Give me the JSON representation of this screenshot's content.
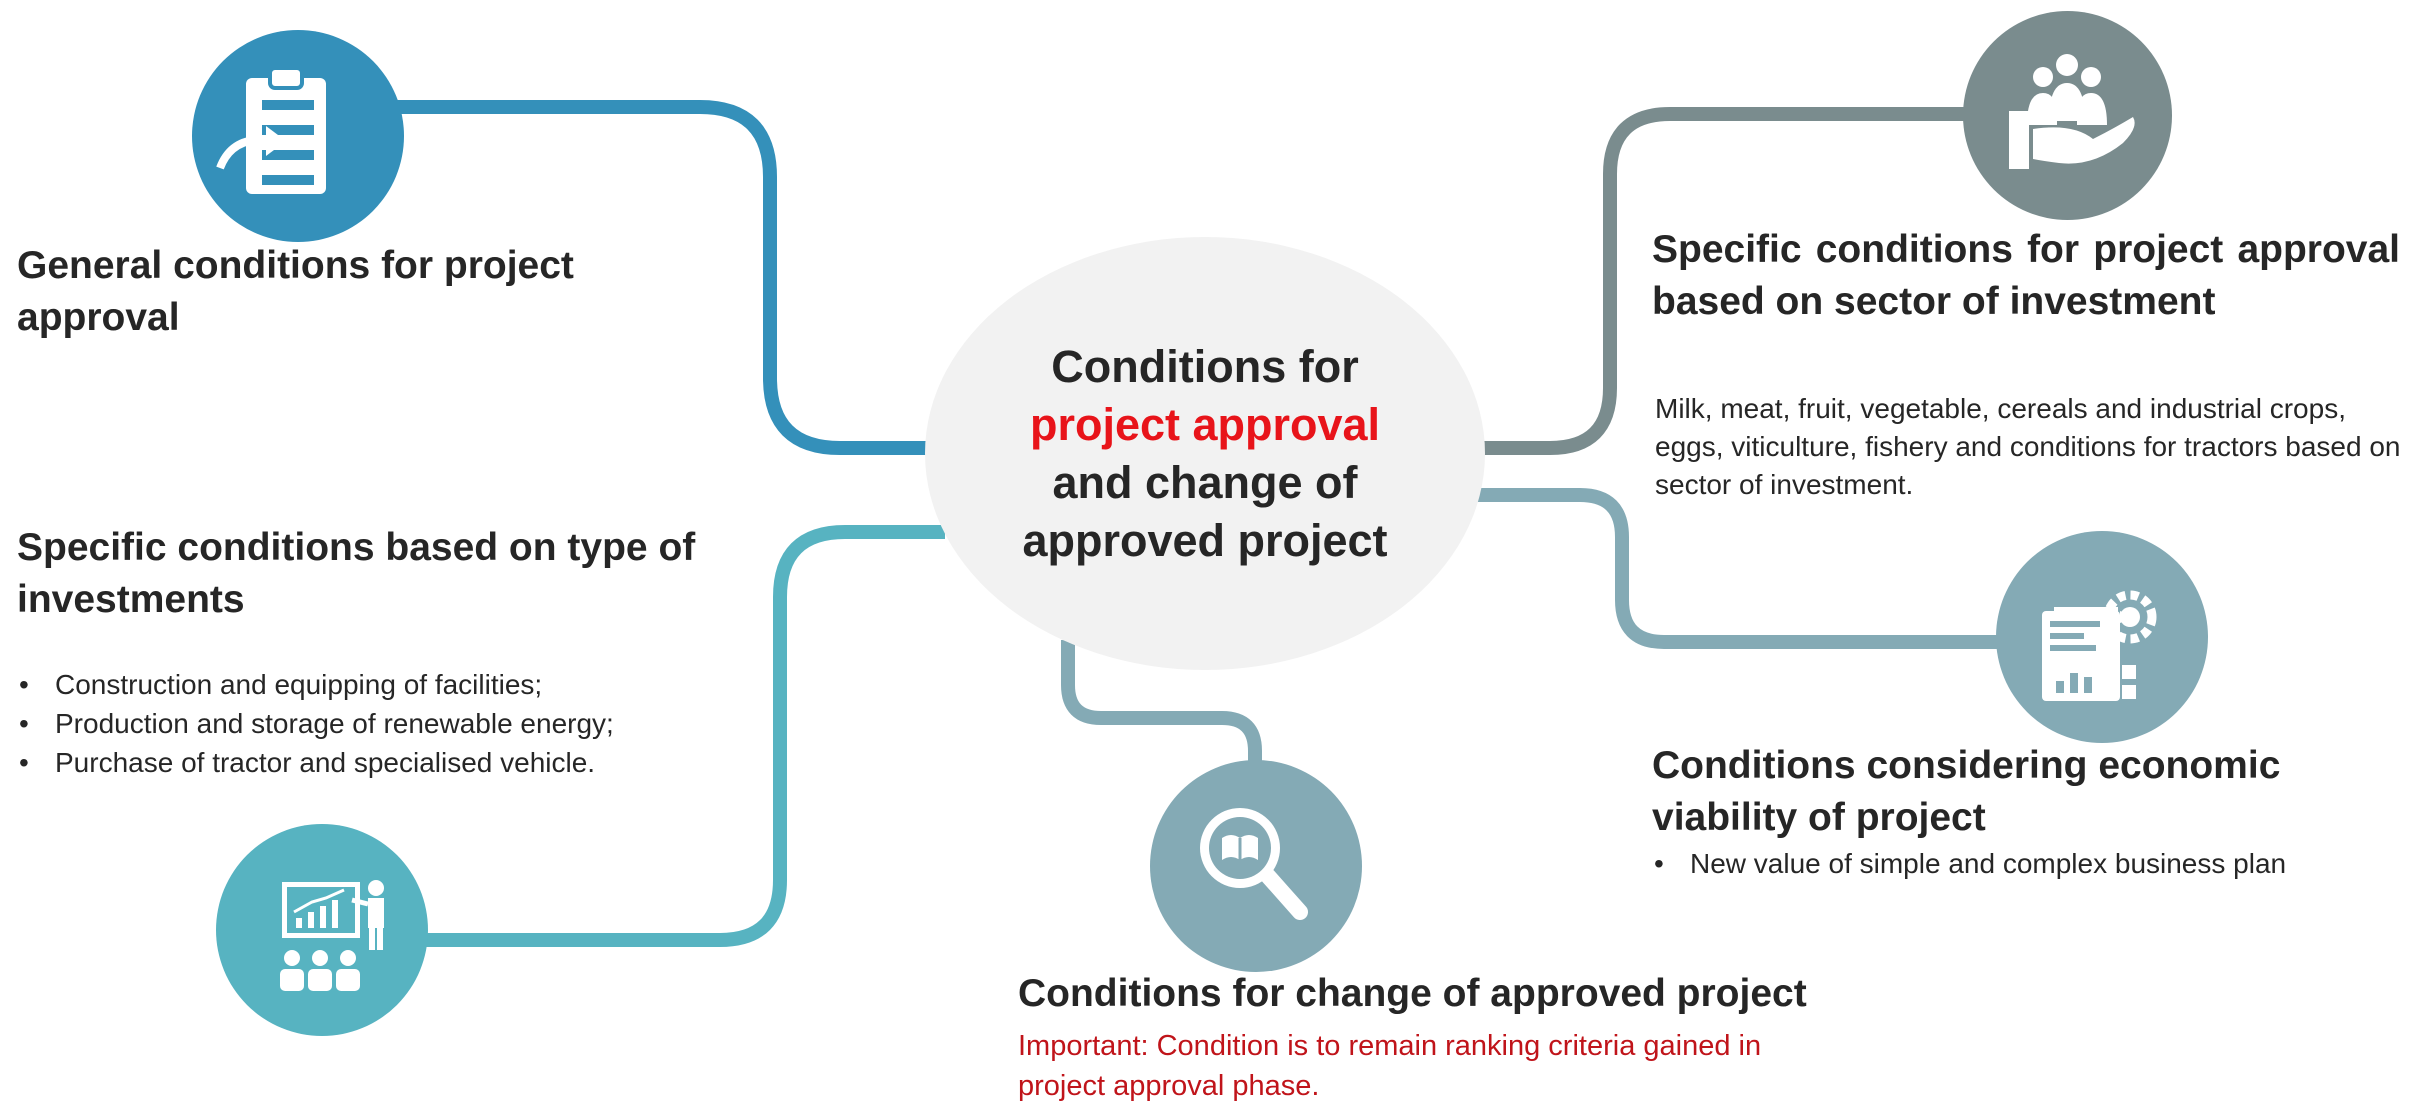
{
  "center": {
    "line1": "Conditions for",
    "line2": "project approval",
    "line3": "and change of",
    "line4": "approved project"
  },
  "colors": {
    "blue": "#3490ba",
    "teal": "#57b3c1",
    "slate": "#7a8c8e",
    "grey_blue": "#84aab5",
    "accent_red": "#e8141a",
    "note_red": "#c0141a",
    "center_fill": "#f2f2f2"
  },
  "icons": {
    "general": "clipboard-arrow-icon",
    "sector": "hand-people-icon",
    "type": "presentation-audience-icon",
    "economic": "report-gear-icon",
    "change": "magnifier-book-icon"
  },
  "general": {
    "title": "General conditions for project approval"
  },
  "sector": {
    "title": "Specific conditions for project approval based on sector of investment",
    "text": "Milk, meat, fruit, vegetable, cereals and industrial crops, eggs, viticulture, fishery and conditions for tractors based on sector of investment."
  },
  "type": {
    "title": "Specific conditions based on type of investments",
    "bullets": [
      "Construction and equipping of facilities;",
      "Production and storage of renewable energy;",
      "Purchase of tractor and specialised vehicle."
    ]
  },
  "economic": {
    "title": "Conditions considering economic viability of project",
    "bullets": [
      "New value of simple and complex business plan"
    ]
  },
  "change": {
    "title": "Conditions for change of approved project",
    "note": "Important: Condition is to remain ranking criteria gained in project approval phase."
  }
}
